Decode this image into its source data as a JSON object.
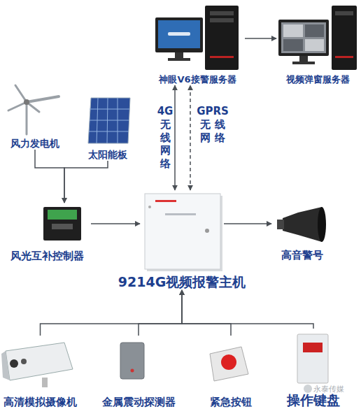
{
  "diagram": {
    "nodes": [
      {
        "text": [
          "神眼V6接警服务器"
        ]
      },
      {
        "text": [
          "视频弹窗服务器"
        ]
      },
      {
        "text": [
          "风力发电机"
        ]
      },
      {
        "text": [
          "太阳能板"
        ]
      },
      {
        "text": [
          "风光互补控制器"
        ]
      },
      {
        "text": [
          "9214G视频报警主机"
        ]
      },
      {
        "text": [
          "高音警号"
        ]
      },
      {
        "text": [
          "高清模拟摄像机"
        ]
      },
      {
        "text": [
          "金属震动探测器"
        ]
      },
      {
        "text": [
          "紧急按钮"
        ]
      },
      {
        "text": [
          "操作键盘"
        ]
      }
    ],
    "edges": [
      {
        "from": 2,
        "to": 4,
        "arrow": "to"
      },
      {
        "from": 3,
        "to": 4,
        "arrow": "to"
      },
      {
        "from": 4,
        "to": 5,
        "arrow": "to"
      },
      {
        "from": 5,
        "to": 6,
        "arrow": "to"
      },
      {
        "from": 0,
        "to": 1,
        "arrow": "to"
      },
      {
        "from": 5,
        "to": 0,
        "label": "4G 无 线 网 络",
        "arrow": "both"
      },
      {
        "from": 5,
        "to": 0,
        "label": "GPRS 无 线 网 络",
        "arrow": "both"
      },
      {
        "from": 7,
        "to": 5,
        "arrow": "to"
      },
      {
        "from": 8,
        "to": 5,
        "arrow": "to"
      },
      {
        "from": 9,
        "to": 5,
        "arrow": "to"
      },
      {
        "from": 10,
        "to": 5,
        "arrow": "to"
      }
    ],
    "labels": [
      "永泰传媒"
    ]
  }
}
